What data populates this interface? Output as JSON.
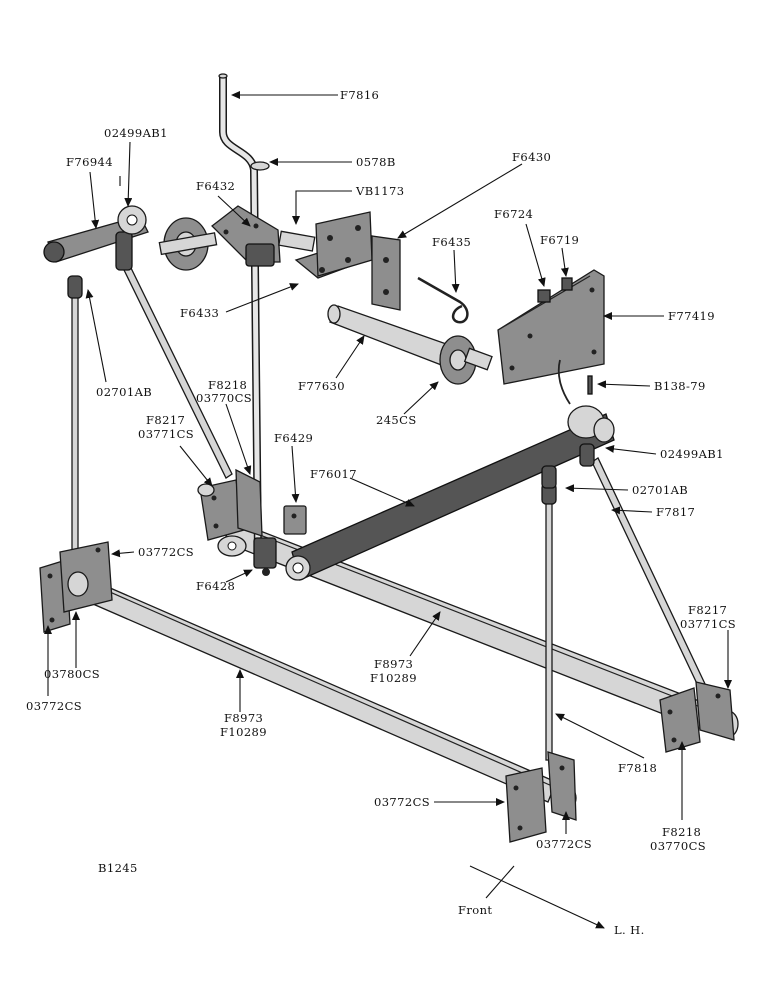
{
  "labels": {
    "f7816": "F7816",
    "n0578b": "0578B",
    "n02499ab1_top": "02499AB1",
    "f76944": "F76944",
    "f6432": "F6432",
    "vb1173": "VB1173",
    "f6430": "F6430",
    "f6724": "F6724",
    "f6719": "F6719",
    "f6435": "F6435",
    "f77419": "F77419",
    "f6433": "F6433",
    "n02701ab_left": "02701AB",
    "f77630": "F77630",
    "f8218_upper": "F8218",
    "n03770cs_upper": "03770CS",
    "f8217_left": "F8217",
    "n03771cs_left": "03771CS",
    "f6429": "F6429",
    "b138_79": "B138-79",
    "n245cs": "245CS",
    "n02499ab1_right": "02499AB1",
    "f76017": "F76017",
    "n02701ab_right": "02701AB",
    "f7817": "F7817",
    "n03772cs_a": "03772CS",
    "f6428": "F6428",
    "f8217_right": "F8217",
    "n03771cs_right": "03771CS",
    "n03780cs": "03780CS",
    "n03772cs_b": "03772CS",
    "f8973_center": "F8973",
    "f10289_center": "F10289",
    "f8973_front": "F8973",
    "f10289_front": "F10289",
    "f7818": "F7818",
    "n03772cs_c": "03772CS",
    "n03772cs_d": "03772CS",
    "f8218_right": "F8218",
    "n03770cs_right": "03770CS",
    "b1245": "B1245",
    "front": "Front",
    "lh": "L. H."
  }
}
